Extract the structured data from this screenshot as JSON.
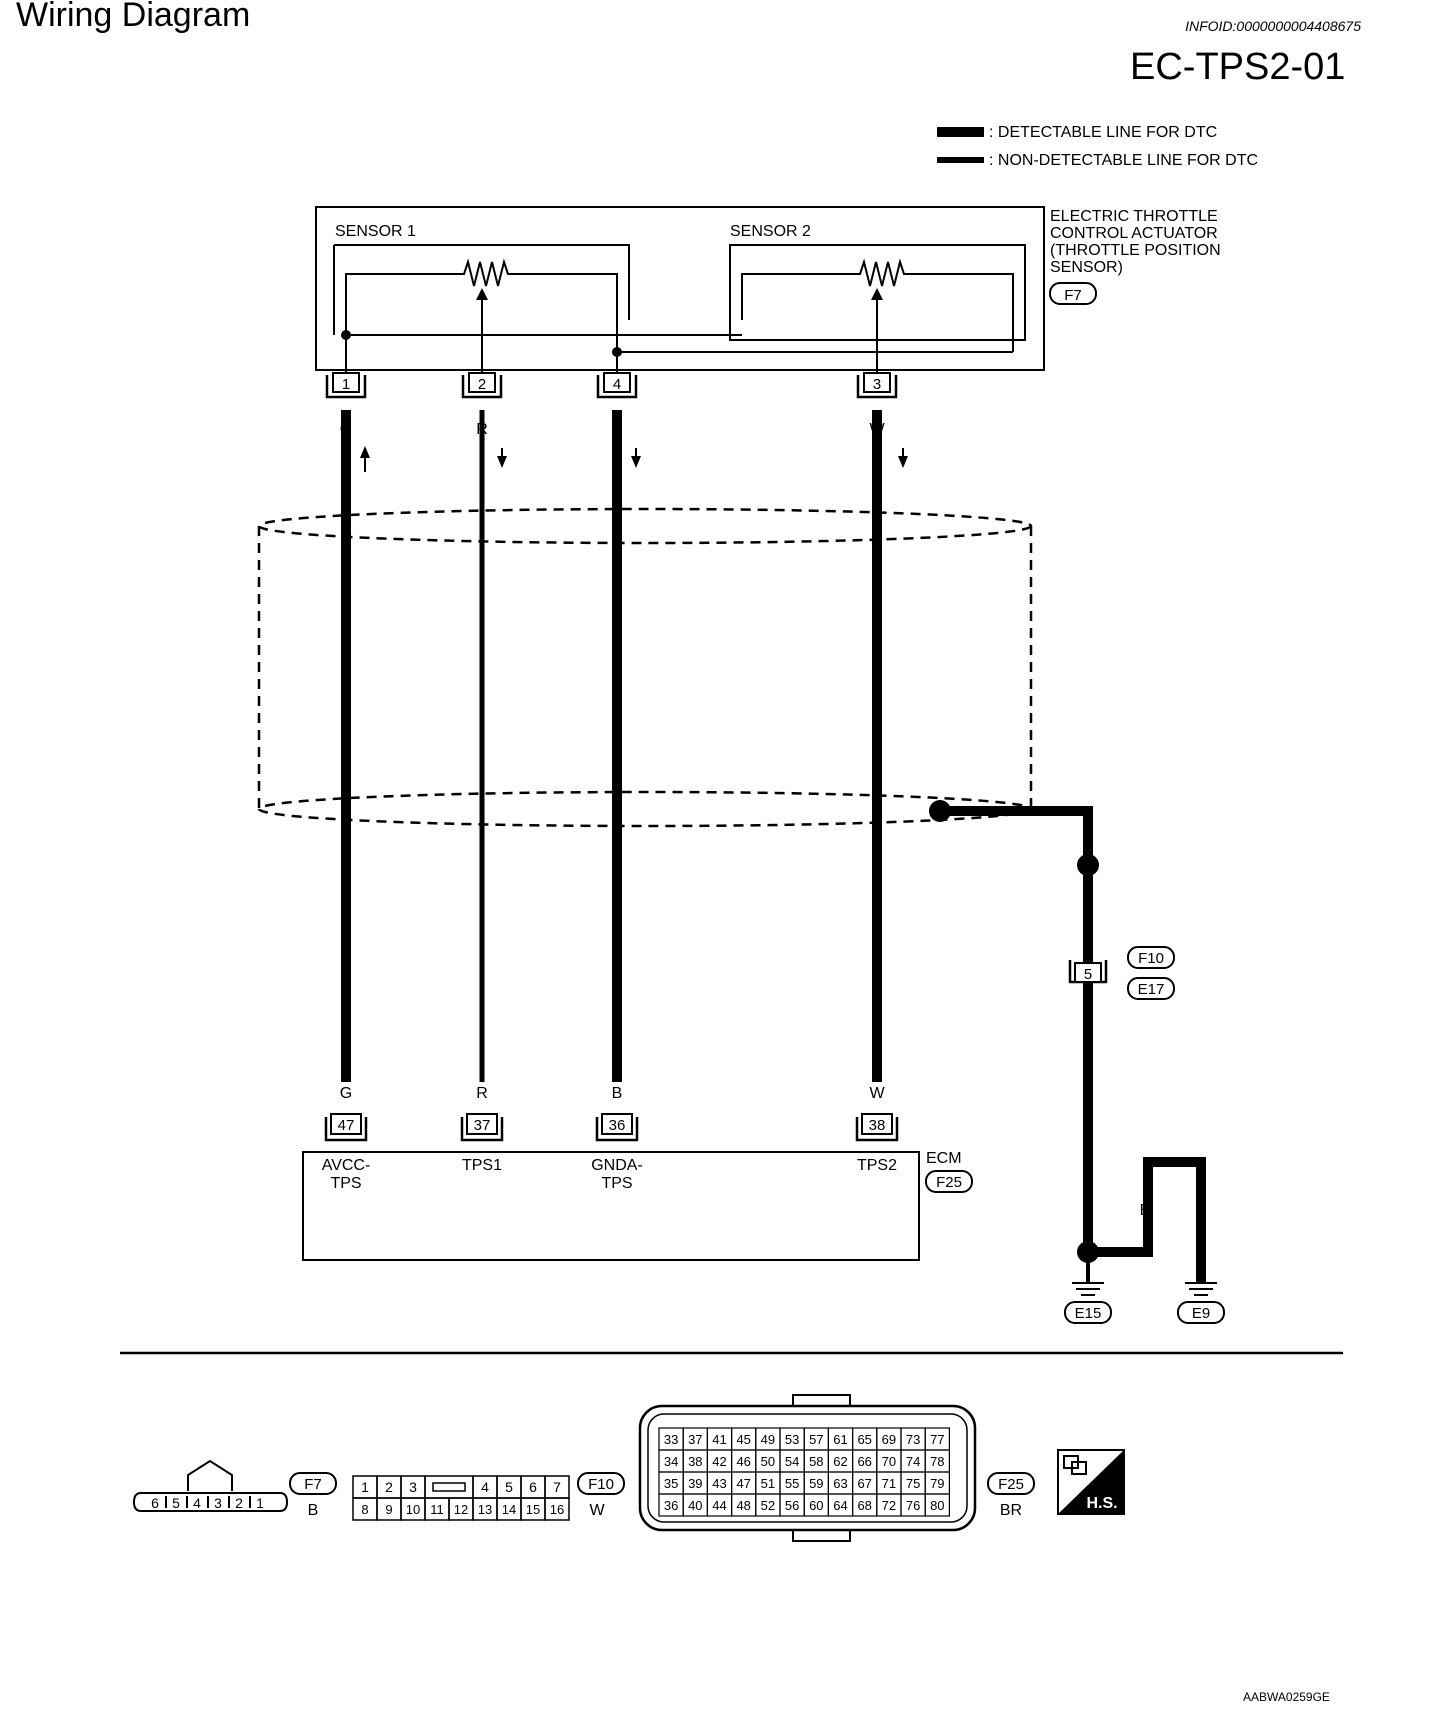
{
  "header": {
    "title": "Wiring Diagram",
    "info_id": "INFOID:0000000004408675",
    "diagram_code": "EC-TPS2-01"
  },
  "legend": {
    "detectable": ": DETECTABLE LINE FOR DTC",
    "non_detectable": ": NON-DETECTABLE LINE FOR DTC"
  },
  "actuator": {
    "label_lines": [
      "ELECTRIC THROTTLE",
      "CONTROL ACTUATOR",
      "(THROTTLE POSITION",
      "SENSOR)"
    ],
    "connector": "F7",
    "sensor1": "SENSOR 1",
    "sensor2": "SENSOR 2",
    "pins": [
      "1",
      "2",
      "4",
      "3"
    ]
  },
  "wires": {
    "colors": [
      "G",
      "R",
      "B",
      "W"
    ]
  },
  "ecm": {
    "label": "ECM",
    "connector": "F25",
    "pins": [
      "47",
      "37",
      "36",
      "38"
    ],
    "names": [
      [
        "AVCC-",
        "TPS"
      ],
      [
        "TPS1"
      ],
      [
        "GNDA-",
        "TPS"
      ],
      [
        "TPS2"
      ]
    ]
  },
  "ground": {
    "wire_color": "B",
    "joint_pin": "5",
    "joint_connectors": [
      "F10",
      "E17"
    ],
    "grounds": [
      "E15",
      "E9"
    ]
  },
  "connectors_view": {
    "f7": {
      "id": "F7",
      "color": "B",
      "pins": [
        "6",
        "5",
        "4",
        "3",
        "2",
        "1"
      ]
    },
    "f10": {
      "id": "F10",
      "color": "W",
      "row1": [
        "1",
        "2",
        "3",
        "",
        "4",
        "5",
        "6",
        "7"
      ],
      "row2": [
        "8",
        "9",
        "10",
        "11",
        "12",
        "13",
        "14",
        "15",
        "16"
      ]
    },
    "f25": {
      "id": "F25",
      "color": "BR",
      "rows": [
        [
          "33",
          "37",
          "41",
          "45",
          "49",
          "53",
          "57",
          "61",
          "65",
          "69",
          "73",
          "77"
        ],
        [
          "34",
          "38",
          "42",
          "46",
          "50",
          "54",
          "58",
          "62",
          "66",
          "70",
          "74",
          "78"
        ],
        [
          "35",
          "39",
          "43",
          "47",
          "51",
          "55",
          "59",
          "63",
          "67",
          "71",
          "75",
          "79"
        ],
        [
          "36",
          "40",
          "44",
          "48",
          "52",
          "56",
          "60",
          "64",
          "68",
          "72",
          "76",
          "80"
        ]
      ]
    },
    "hs": "H.S."
  },
  "figure_code": "AABWA0259GE"
}
